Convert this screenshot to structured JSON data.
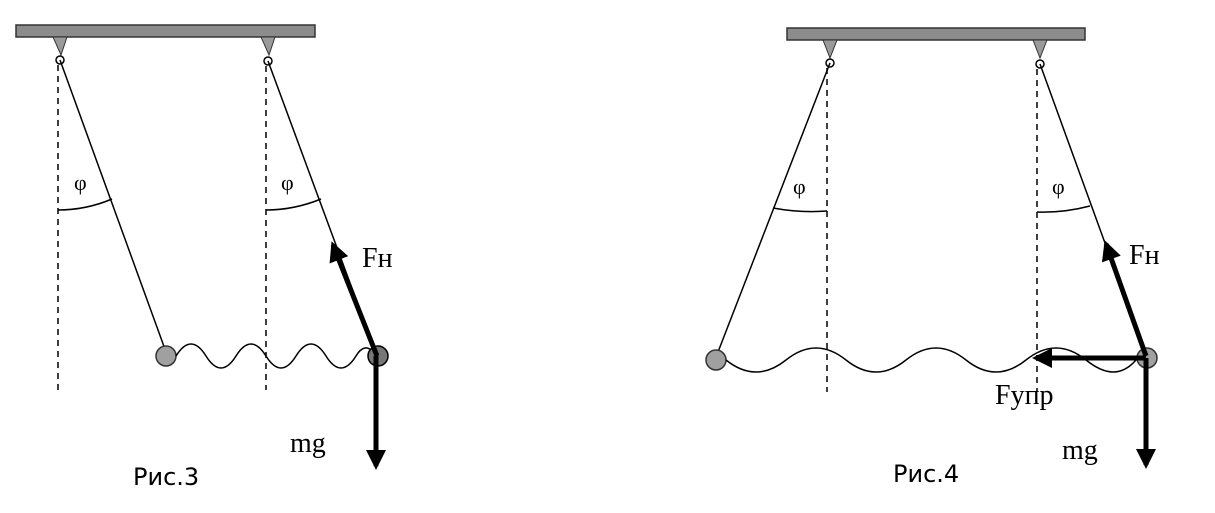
{
  "figures": [
    {
      "id": "fig3",
      "caption": "Рис.3",
      "angle_labels": [
        "φ",
        "φ"
      ],
      "forces": {
        "tension": "Fн",
        "gravity": "mg"
      }
    },
    {
      "id": "fig4",
      "caption": "Рис.4",
      "angle_labels": [
        "φ",
        "φ"
      ],
      "forces": {
        "tension": "Fн",
        "elastic": "Fупр",
        "gravity": "mg"
      }
    }
  ],
  "colors": {
    "ceiling": "#8c8c8c",
    "ball": "#a0a0a0",
    "ink": "#000000"
  }
}
